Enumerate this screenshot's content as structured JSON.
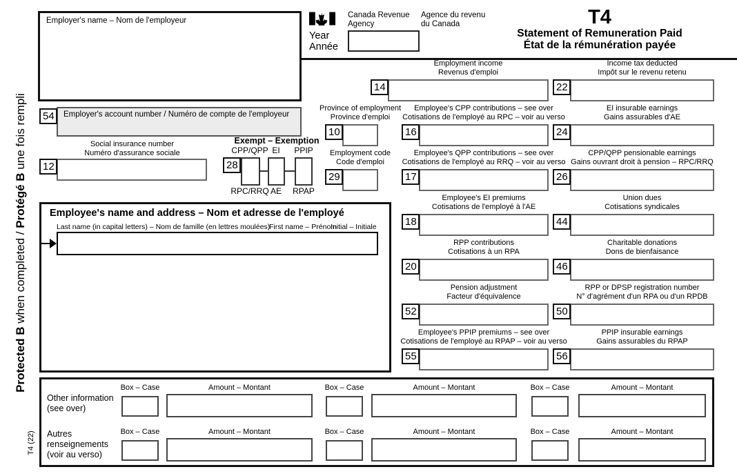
{
  "title": {
    "t4": "T4",
    "subtitle_en": "Statement of Remuneration Paid",
    "subtitle_fr": "État de la rémunération payée"
  },
  "agency": {
    "flag_icon": "canada-flag-icon",
    "name_en_line1": "Canada Revenue",
    "name_en_line2": "Agency",
    "name_fr_line1": "Agence du revenu",
    "name_fr_line2": "du Canada",
    "year_label_en": "Year",
    "year_label_fr": "Année",
    "year_value": ""
  },
  "sidebar": {
    "protected_en_bold": "Protected B",
    "protected_en_rest": " when completed / ",
    "protected_fr_bold": "Protégé B",
    "protected_fr_rest": " une fois rempli",
    "form_version": "T4 (22)"
  },
  "employer": {
    "name_label": "Employer's name – Nom de l'employeur",
    "name_value": "",
    "account_num": "54",
    "account_label": "Employer's account number / Numéro de compte de l'employeur",
    "account_value": ""
  },
  "sin": {
    "num": "12",
    "label_en": "Social insurance number",
    "label_fr": "Numéro d'assurance sociale",
    "value": ""
  },
  "exempt": {
    "title": "Exempt – Exemption",
    "num": "28",
    "top_labels": [
      "CPP/QPP",
      "EI",
      "PPIP"
    ],
    "bottom_labels": [
      "RPC/RRQ",
      "AE",
      "RPAP"
    ],
    "checked": [
      "",
      "",
      ""
    ]
  },
  "province": {
    "num": "10",
    "label_en": "Province of employment",
    "label_fr": "Province d'emploi",
    "value": ""
  },
  "employment_code": {
    "num": "29",
    "label_en": "Employment code",
    "label_fr": "Code d'emploi",
    "value": ""
  },
  "employee": {
    "header": "Employee's name and address – Nom et adresse de l'employé",
    "last_name_label": "Last name (in capital letters) – Nom de famille (en lettres moulées)",
    "first_name_label": "First name – Prénom",
    "initial_label": "Initial – Initiale",
    "name_value": "",
    "address_value": ""
  },
  "mid_fields": [
    {
      "num": "14",
      "label_en": "Employment income",
      "label_fr": "Revenus d'emploi",
      "value": ""
    },
    {
      "num": "16",
      "label_en": "Employee's CPP contributions – see over",
      "label_fr": "Cotisations de l'employé au RPC – voir au verso",
      "value": ""
    },
    {
      "num": "17",
      "label_en": "Employee's QPP contributions – see over",
      "label_fr": "Cotisations de l'employé au RRQ – voir au verso",
      "value": ""
    },
    {
      "num": "18",
      "label_en": "Employee's EI premiums",
      "label_fr": "Cotisations de l'employé à l'AE",
      "value": ""
    },
    {
      "num": "20",
      "label_en": "RPP contributions",
      "label_fr": "Cotisations à un RPA",
      "value": ""
    },
    {
      "num": "52",
      "label_en": "Pension adjustment",
      "label_fr": "Facteur d'équivalence",
      "value": ""
    },
    {
      "num": "55",
      "label_en": "Employee's PPIP premiums – see over",
      "label_fr": "Cotisations de l'employé au RPAP – voir au verso",
      "value": ""
    }
  ],
  "right_fields": [
    {
      "num": "22",
      "label_en": "Income tax deducted",
      "label_fr": "Impôt sur le revenu retenu",
      "value": ""
    },
    {
      "num": "24",
      "label_en": "EI insurable earnings",
      "label_fr": "Gains assurables d'AE",
      "value": ""
    },
    {
      "num": "26",
      "label_en": "CPP/QPP pensionable earnings",
      "label_fr": "Gains ouvrant droit à pension – RPC/RRQ",
      "value": ""
    },
    {
      "num": "44",
      "label_en": "Union dues",
      "label_fr": "Cotisations syndicales",
      "value": ""
    },
    {
      "num": "46",
      "label_en": "Charitable donations",
      "label_fr": "Dons de bienfaisance",
      "value": ""
    },
    {
      "num": "50",
      "label_en": "RPP or DPSP registration number",
      "label_fr": "N° d'agrément d'un RPA ou d'un RPDB",
      "value": ""
    },
    {
      "num": "56",
      "label_en": "PPIP insurable earnings",
      "label_fr": "Gains assurables du RPAP",
      "value": ""
    }
  ],
  "other_info": {
    "row1_line1": "Other information",
    "row1_line2": "(see over)",
    "row2_line1": "Autres",
    "row2_line2": "renseignements",
    "row2_line3": "(voir au verso)",
    "box_case_label": "Box – Case",
    "amount_label": "Amount – Montant",
    "entries": [
      {
        "box": "",
        "amount": ""
      },
      {
        "box": "",
        "amount": ""
      },
      {
        "box": "",
        "amount": ""
      },
      {
        "box": "",
        "amount": ""
      },
      {
        "box": "",
        "amount": ""
      },
      {
        "box": "",
        "amount": ""
      }
    ]
  },
  "colors": {
    "shaded_cell": "#ececec",
    "box_border": "#666666",
    "ink": "#000000"
  }
}
